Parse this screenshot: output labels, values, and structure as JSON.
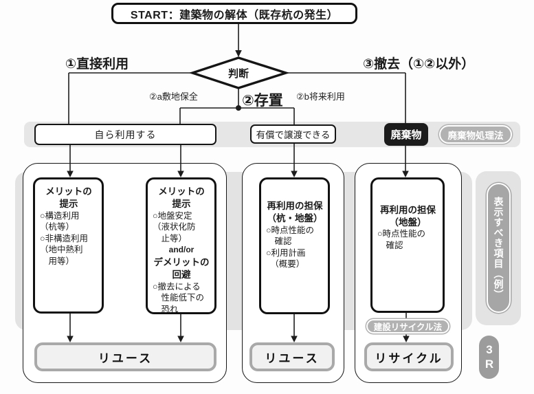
{
  "start": {
    "label": "START：建築物の解体（既存杭の発生）"
  },
  "decision": {
    "label": "判断"
  },
  "branches": {
    "direct_use": "①直接利用",
    "leave_in_place": "②存置",
    "site_preservation": "②a敷地保全",
    "future_use": "②b将来利用",
    "removal": "③撤去（①②以外）"
  },
  "row1": {
    "self_use": "自ら利用する",
    "paid_transfer": "有償で譲渡できる",
    "waste": "廃棄物",
    "waste_law": "廃棄物処理法"
  },
  "columns": [
    {
      "title": "メリットの\n提示",
      "body": "○構造利用\n（杭等）\n○非構造利用\n（地中熱利\n　用等）"
    },
    {
      "title": "メリットの\n提示",
      "body": "○地盤安定\n（液状化防\n　止等）",
      "connector": "and/or",
      "title2": "デメリットの\n回避",
      "body2": "○撤去による\n　性能低下の\n　恐れ"
    },
    {
      "title": "再利用の担保\n（杭・地盤）",
      "body": "○時点性能の\n　確認\n○利用計画\n　（概要）"
    },
    {
      "title": "再利用の担保\n（地盤）",
      "body": "○時点性能の\n　確認"
    }
  ],
  "results": {
    "reuse1": "リユース",
    "reuse2": "リユース",
    "recycle": "リサイクル"
  },
  "side": {
    "display_items": "表示すべき項目（例）",
    "recycle_law": "建設リサイクル法",
    "three_r": "3R"
  },
  "colors": {
    "band_bg": "#e6e6e6",
    "area_bg": "#e3e3e3",
    "waste_bg": "#1c1c1c",
    "pill_bg": "#b2b2b2",
    "side_pill_bg": "#a6a6a6",
    "result_fill": "#f1f1f1",
    "result_border": "#a9a9a9"
  }
}
